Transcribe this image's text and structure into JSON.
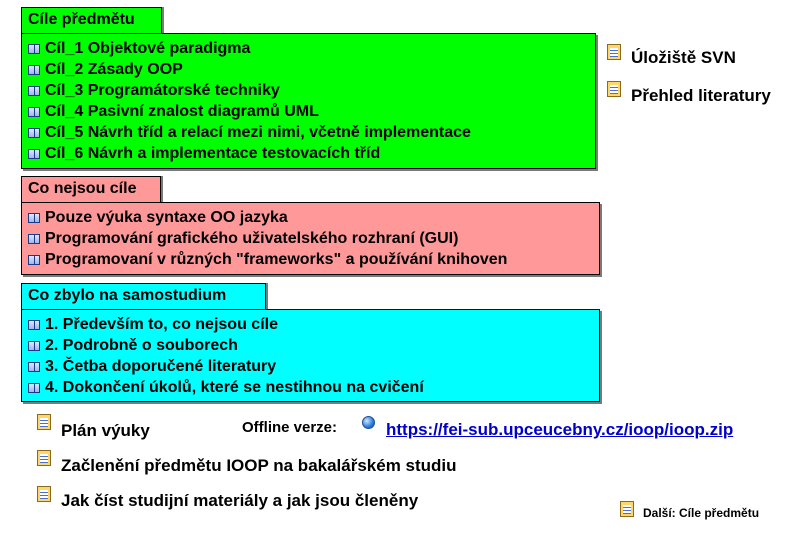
{
  "sections": [
    {
      "title": "Cíle předmětu",
      "items": [
        "Cíl_1 Objektové paradigma",
        "Cíl_2 Zásady OOP",
        "Cíl_3 Programátorské techniky",
        "Cíl_4 Pasivní znalost diagramů UML",
        "Cíl_5 Návrh tříd a relací mezi nimi, včetně implementace",
        "Cíl_6 Návrh a implementace testovacích tříd"
      ],
      "color": "#00ff00"
    },
    {
      "title": "Co nejsou cíle",
      "items": [
        "Pouze výuka syntaxe OO jazyka",
        "Programování grafického uživatelského rozhraní (GUI)",
        "Programovaní v různých \"frameworks\" a používání knihoven"
      ],
      "color": "#ff9999"
    },
    {
      "title": "Co zbylo na samostudium",
      "items": [
        "1. Především to, co nejsou cíle",
        "2. Podrobně o souborech",
        "3. Četba doporučené literatury",
        "4. Dokončení  úkolů, které se nestihnou na cvičení"
      ],
      "color": "#00ffff"
    }
  ],
  "side_links": [
    "Úložiště SVN",
    "Přehled literatury"
  ],
  "bottom_links": {
    "plan": "Plán výuky",
    "offline_label": "Offline verze:",
    "offline_url": "https://fei-sub.upceucebny.cz/ioop/ioop.zip",
    "zaclen": "Začlenění předmětu IOOP na bakalářském studiu",
    "jak": "Jak číst studijní materiály a jak jsou členěny",
    "next": "Další: Cíle předmětu"
  },
  "icons": {
    "bullet": "book-icon",
    "page": "page-icon",
    "globe": "globe-icon"
  }
}
